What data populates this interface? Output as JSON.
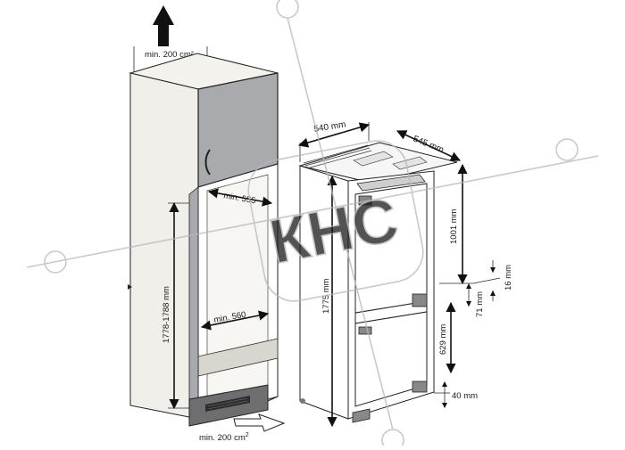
{
  "labels": {
    "vent_top": "min. 200 cm²",
    "vent_bottom_main": "min. 200 cm",
    "vent_bottom_sup": "2",
    "niche_depth": "min. 555",
    "niche_width": "min. 560",
    "niche_height": "1778-1788 mm",
    "appliance_width": "540 mm",
    "appliance_depth": "545 mm",
    "appliance_height": "1775 mm",
    "upper_height": "1001 mm",
    "lower_height": "629 mm",
    "gap_16": "16 mm",
    "gap_71": "71 mm",
    "gap_40": "40 mm"
  },
  "watermark": {
    "text": "КНС"
  },
  "colors": {
    "panel_gray": "#a9aaad",
    "cabinet_side": "#f1efea",
    "cabinet_shade": "#d9d6cf",
    "stroke": "#222222",
    "watermark": "#b8b8b8"
  }
}
